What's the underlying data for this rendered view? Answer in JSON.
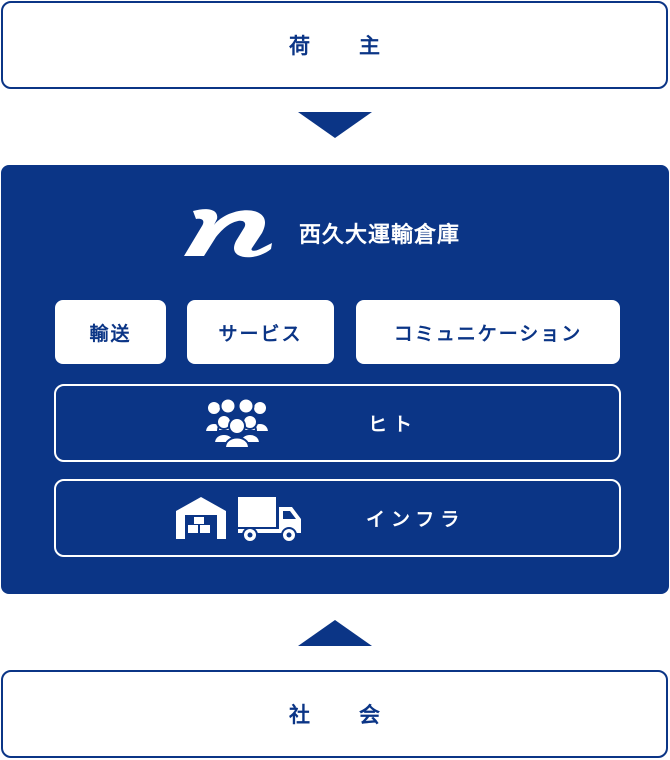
{
  "shipper": {
    "label": "荷　主"
  },
  "company": {
    "name": "西久大運輸倉庫",
    "logo_icon": "company-logo-n",
    "services": [
      {
        "label": "輸送"
      },
      {
        "label": "サービス"
      },
      {
        "label": "コミュニケーション"
      }
    ],
    "layers": [
      {
        "label": "ヒト",
        "icons": [
          "people-icon"
        ]
      },
      {
        "label": "インフラ",
        "icons": [
          "warehouse-icon",
          "truck-icon"
        ]
      }
    ]
  },
  "society": {
    "label": "社　会"
  },
  "colors": {
    "primary": "#0b3586",
    "background": "#ffffff",
    "text_on_primary": "#ffffff"
  }
}
